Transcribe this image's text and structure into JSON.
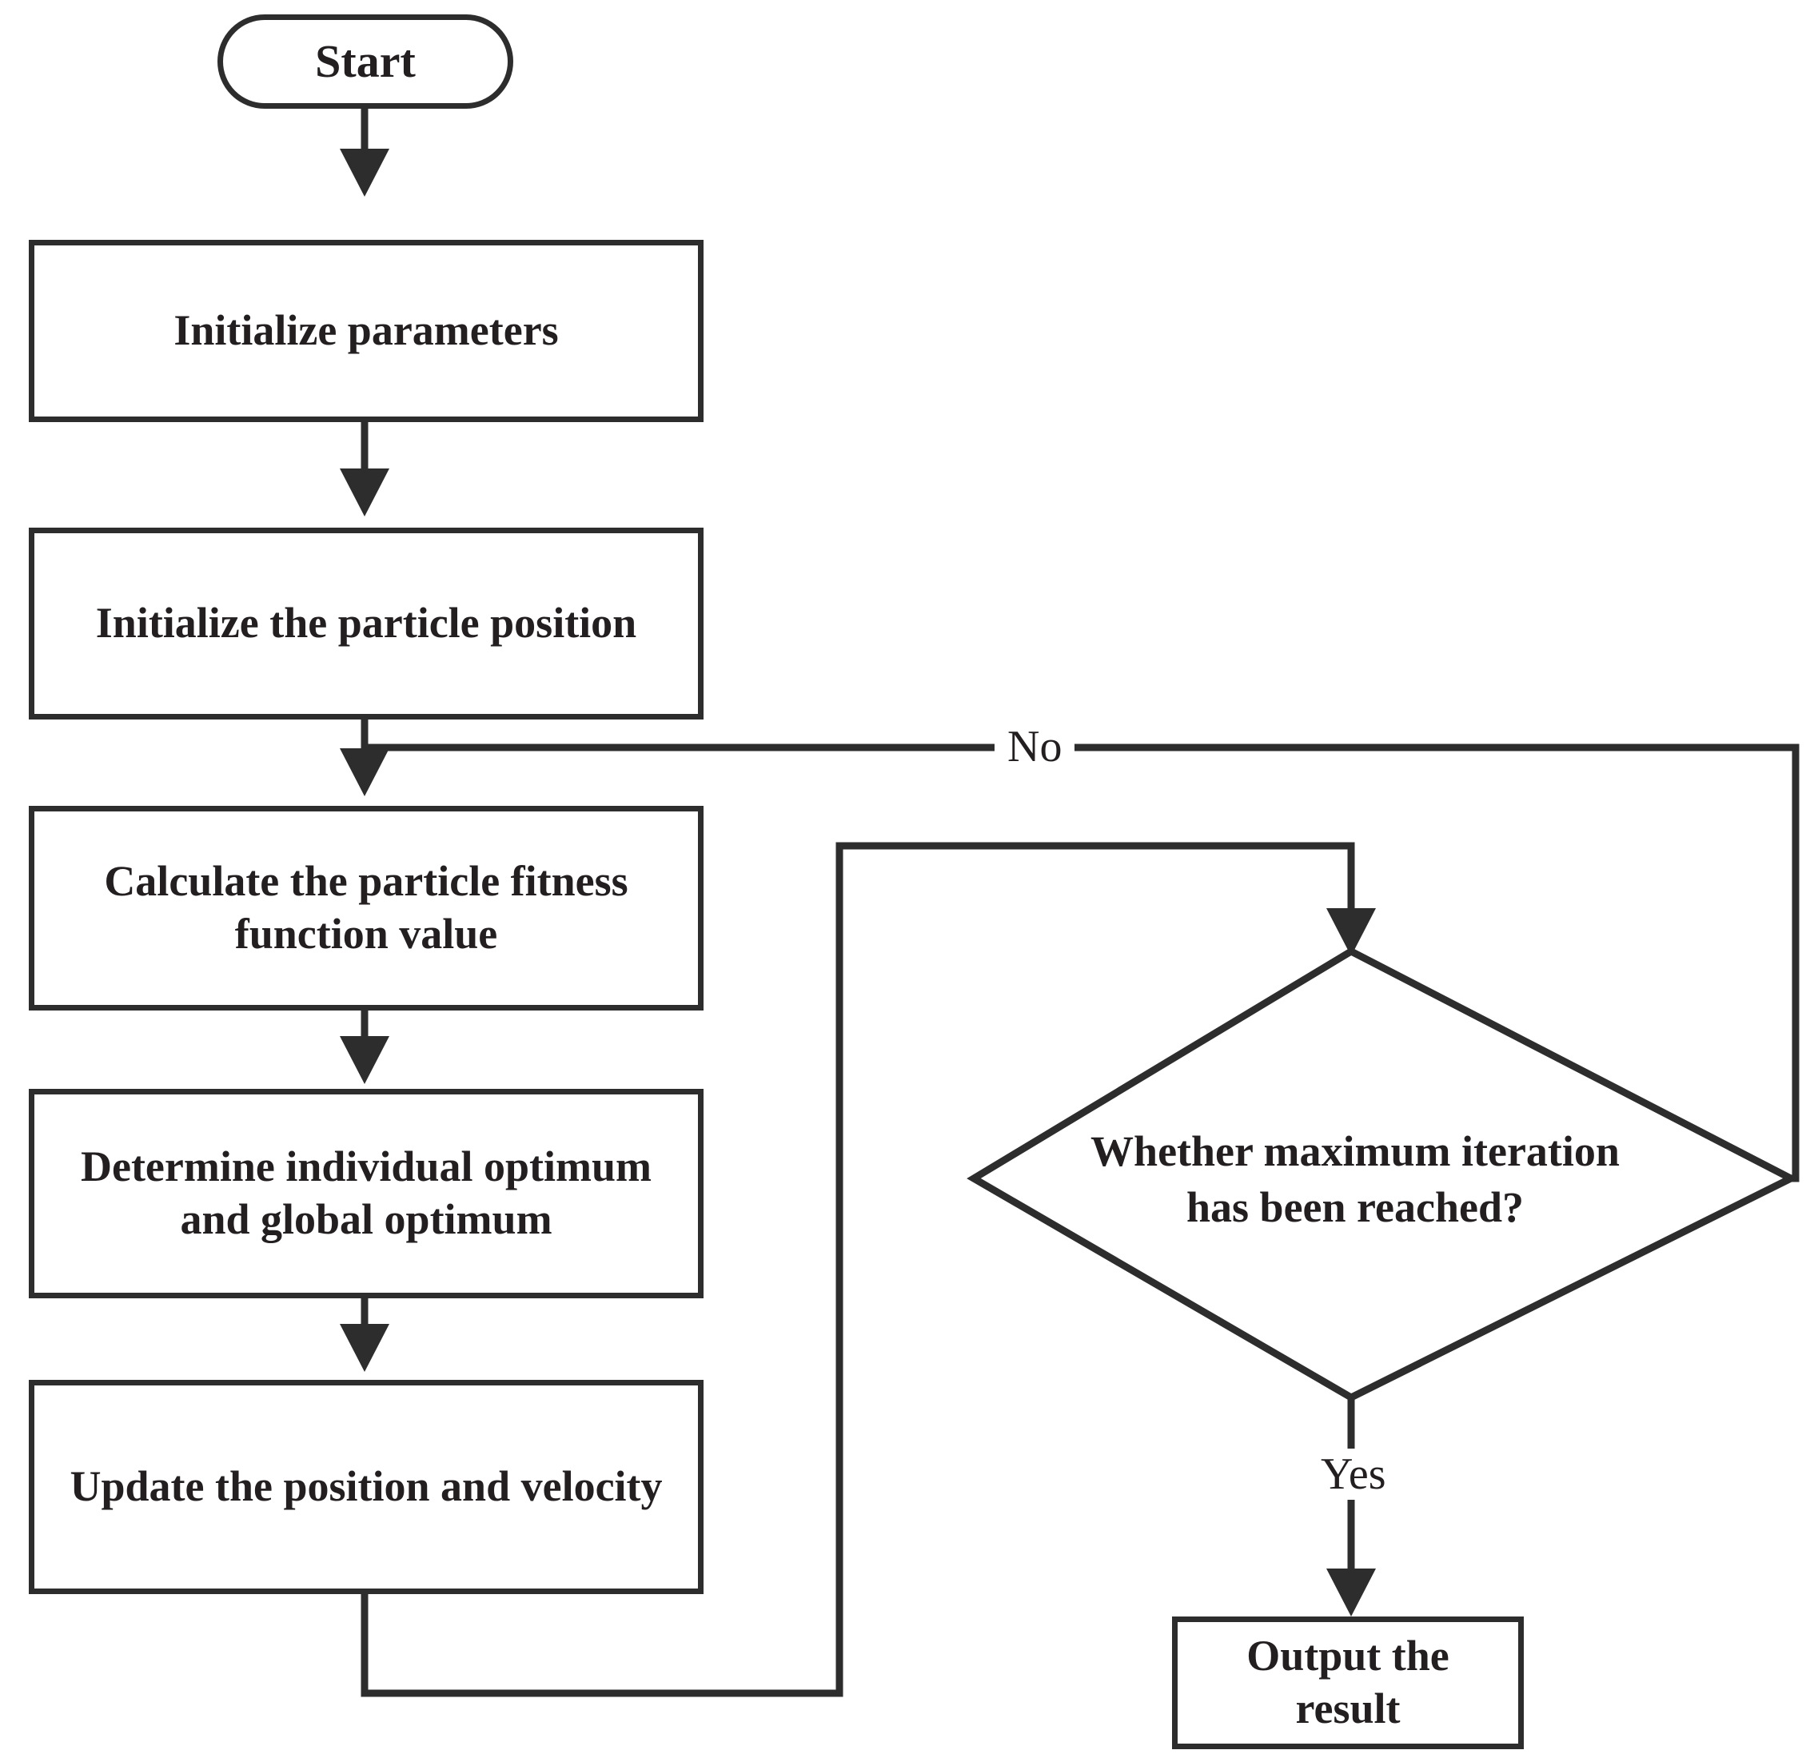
{
  "diagram": {
    "title": "Particle Swarm Optimization Flowchart",
    "type": "flowchart",
    "stroke_color": "#2d2d2d",
    "text_color": "#231f20",
    "background_color": "#ffffff"
  },
  "nodes": {
    "start": {
      "label": "Start",
      "shape": "terminator"
    },
    "init_parameters": {
      "label": "Initialize parameters",
      "shape": "process"
    },
    "init_particle_position": {
      "label": "Initialize the particle position",
      "shape": "process"
    },
    "calculate_fitness": {
      "label": "Calculate the particle fitness function value",
      "shape": "process"
    },
    "determine_optimum": {
      "label": "Determine individual optimum and global optimum",
      "shape": "process"
    },
    "update_position_velocity": {
      "label": "Update the position and velocity",
      "shape": "process"
    },
    "decision_max_iteration": {
      "label": "Whether maximum iteration has been reached?",
      "shape": "decision"
    },
    "output_result": {
      "label": "Output the result",
      "shape": "process"
    }
  },
  "edge_labels": {
    "no": "No",
    "yes": "Yes"
  },
  "edges": [
    {
      "from": "start",
      "to": "init_parameters",
      "label": ""
    },
    {
      "from": "init_parameters",
      "to": "init_particle_position",
      "label": ""
    },
    {
      "from": "init_particle_position",
      "to": "calculate_fitness",
      "label": ""
    },
    {
      "from": "calculate_fitness",
      "to": "determine_optimum",
      "label": ""
    },
    {
      "from": "determine_optimum",
      "to": "update_position_velocity",
      "label": ""
    },
    {
      "from": "update_position_velocity",
      "to": "decision_max_iteration",
      "label": ""
    },
    {
      "from": "decision_max_iteration",
      "to": "init_particle_position",
      "label": "No"
    },
    {
      "from": "decision_max_iteration",
      "to": "output_result",
      "label": "Yes"
    }
  ]
}
